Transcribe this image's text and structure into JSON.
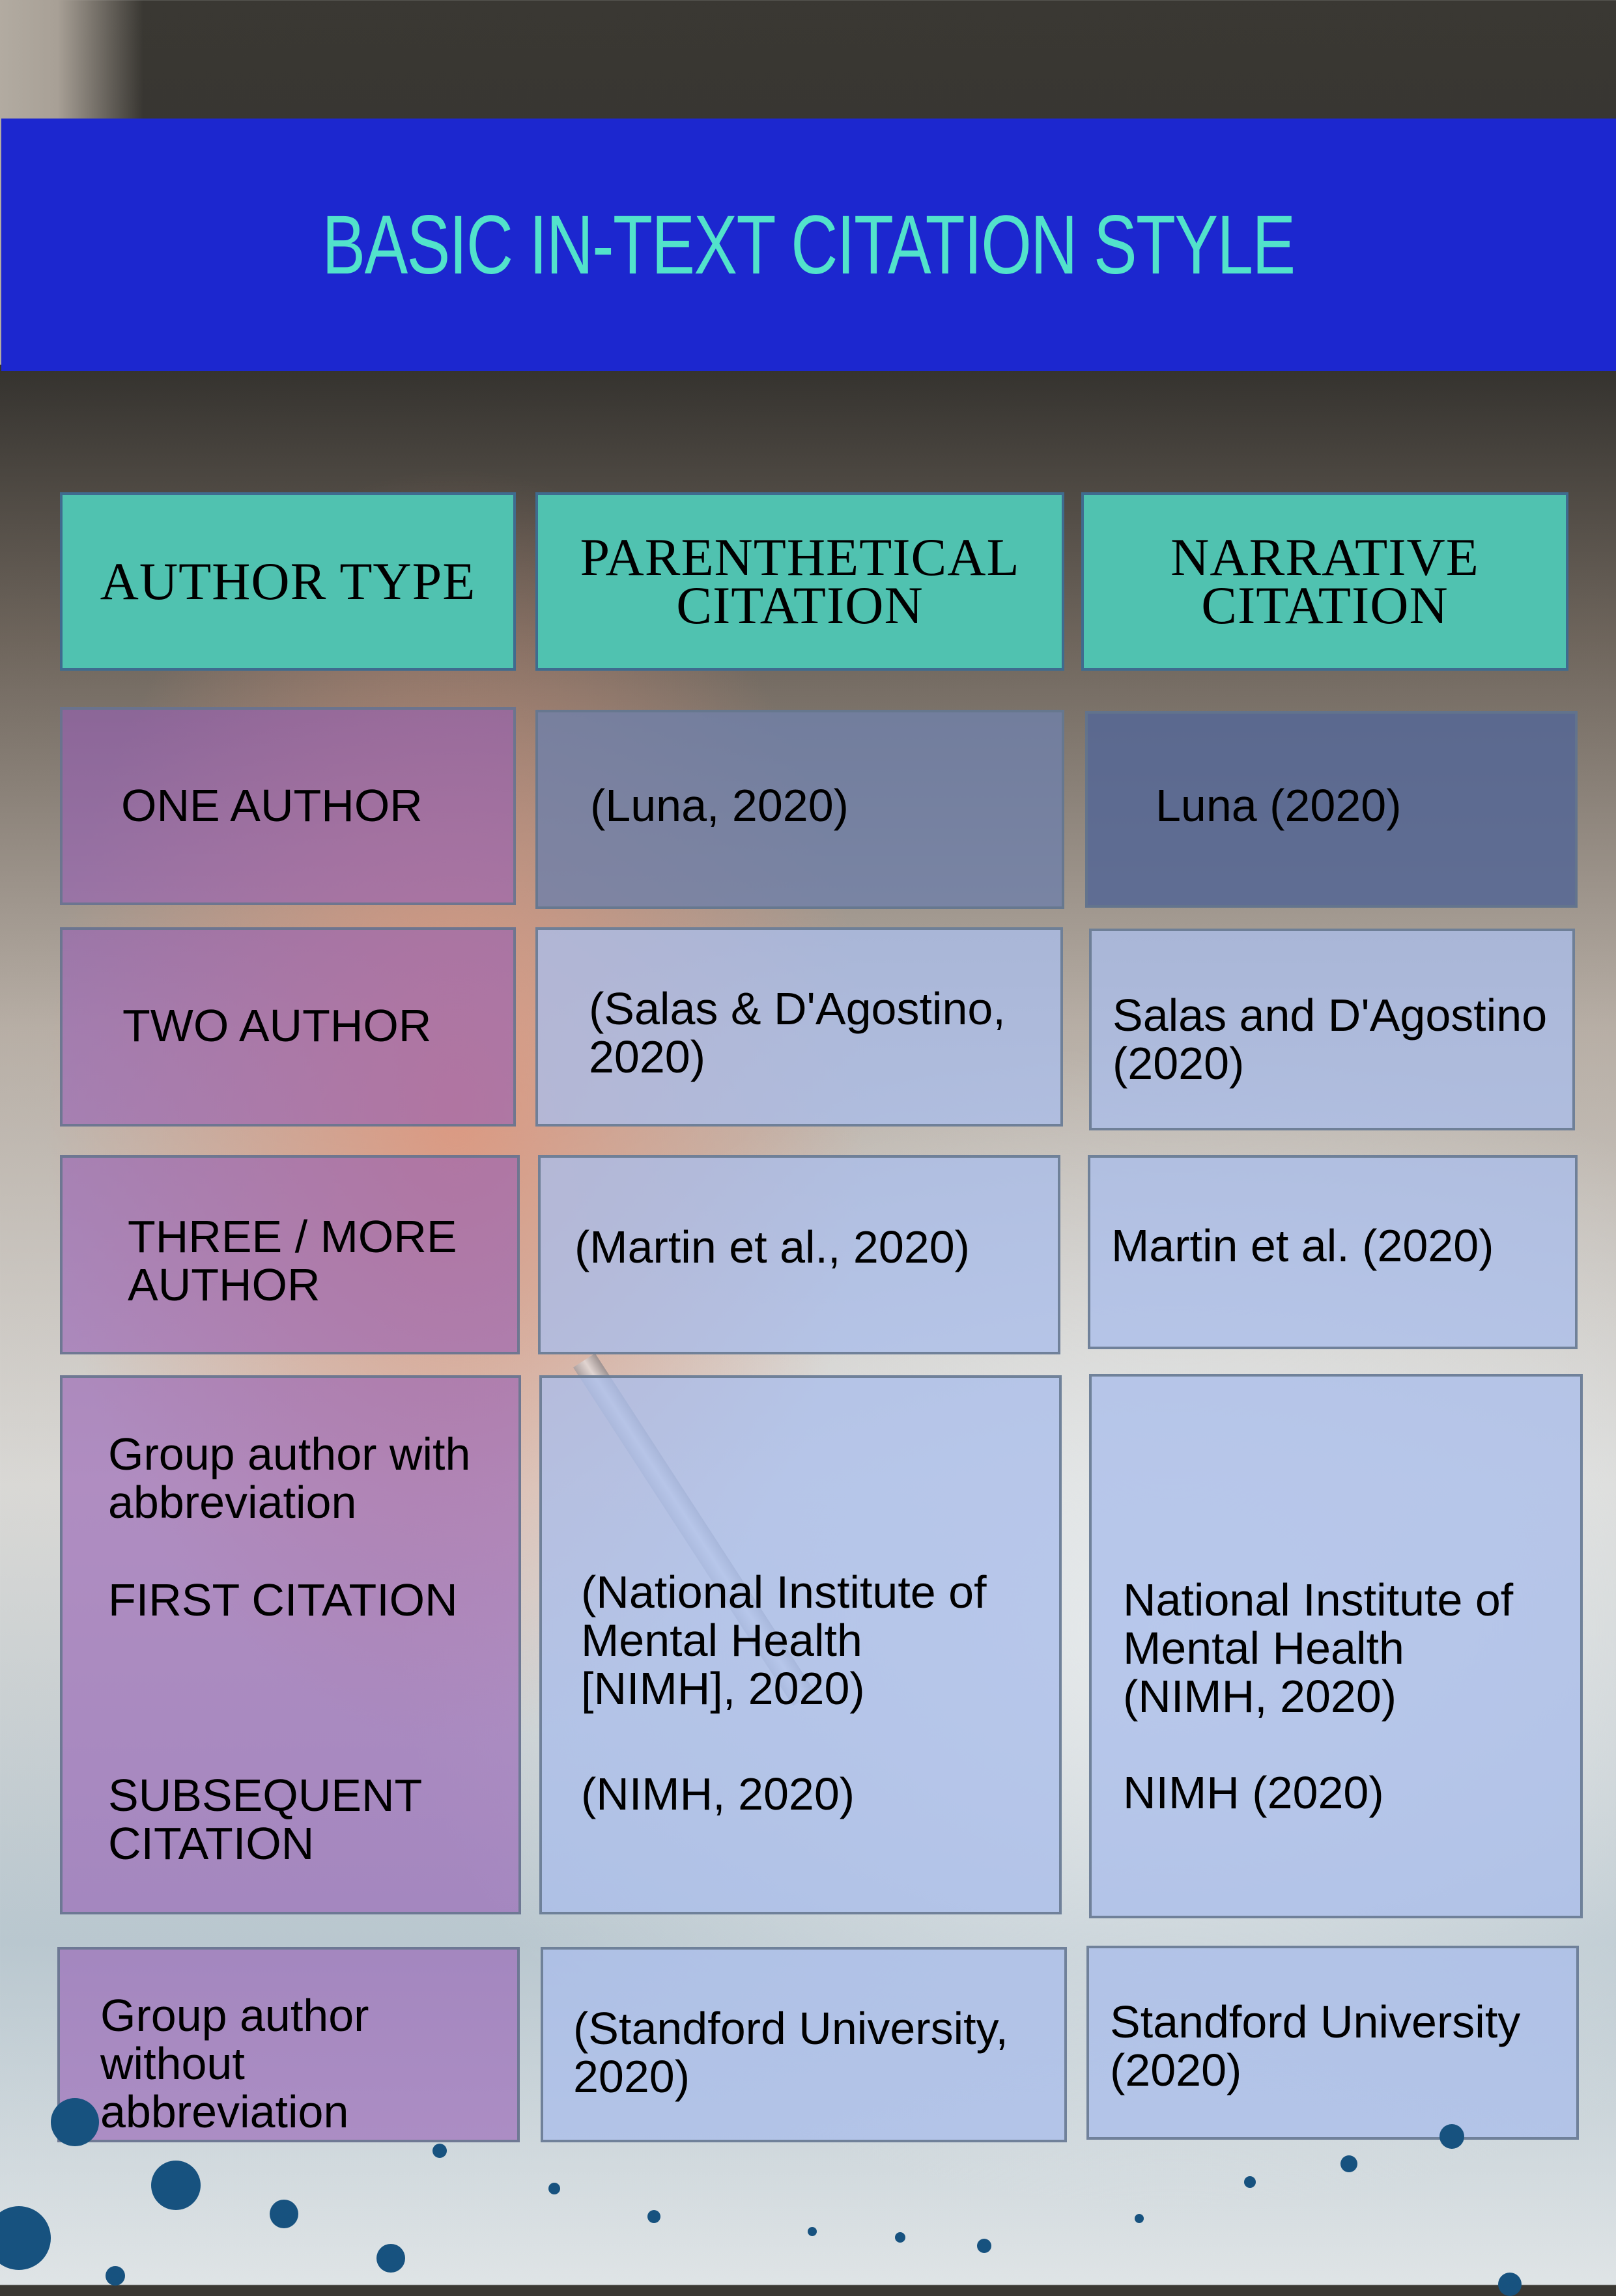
{
  "title": "BASIC IN-TEXT CITATION STYLE",
  "colors": {
    "banner": "#1c27cf",
    "title_text": "#52e2cb",
    "header_fill": "#50c2b0",
    "author_type_fill": "#a06ab8",
    "citation_fill": "#aabeeb",
    "dots": "#17527f"
  },
  "table": {
    "headers": [
      "AUTHOR TYPE",
      "PARENTHETICAL\nCITATION",
      "NARRATIVE\nCITATION"
    ],
    "rows": [
      {
        "author_type": "ONE AUTHOR",
        "parenthetical": "(Luna, 2020)",
        "narrative": "Luna (2020)"
      },
      {
        "author_type": "TWO AUTHOR",
        "parenthetical": "(Salas & D'Agostino,\n2020)",
        "narrative": "Salas and D'Agostino\n(2020)"
      },
      {
        "author_type": "THREE / MORE\nAUTHOR",
        "parenthetical": "(Martin et al., 2020)",
        "narrative": "Martin et al. (2020)"
      },
      {
        "author_type": "Group author with\nabbreviation",
        "first_label": "FIRST CITATION",
        "subsequent_label": "SUBSEQUENT\nCITATION",
        "parenthetical_first": "(National Institute of\nMental Health\n[NIMH], 2020)",
        "parenthetical_subsequent": "(NIMH, 2020)",
        "narrative_first": "National Institute of\nMental Health\n(NIMH, 2020)",
        "narrative_subsequent": "NIMH (2020)"
      },
      {
        "author_type": "Group author\nwithout\nabbreviation",
        "parenthetical": "(Standford University,\n2020)",
        "narrative": "Standford University\n(2020)"
      }
    ]
  }
}
